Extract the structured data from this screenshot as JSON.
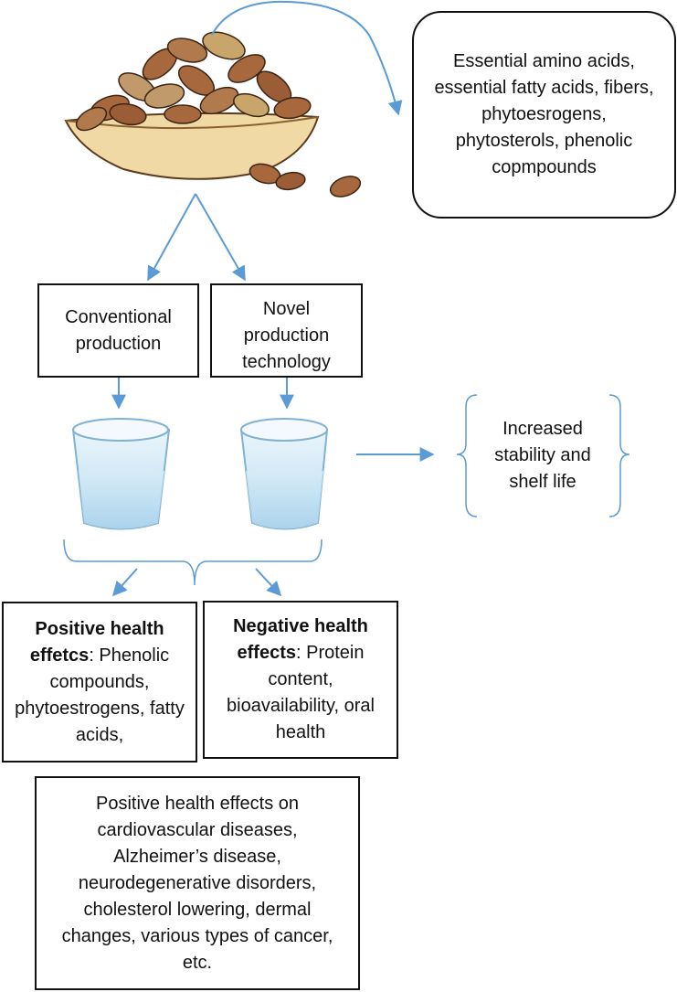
{
  "nutrients_box": {
    "text": "Essential amino acids, essential fatty acids, fibers, phytoesrogens, phytosterols, phenolic copmpounds"
  },
  "conventional_box": {
    "text": "Conventional production"
  },
  "novel_box": {
    "text": "Novel production technology"
  },
  "stability_text": {
    "text": "Increased stability and shelf life"
  },
  "positive_box": {
    "title": "Positive health effetcs",
    "text": ": Phenolic compounds, phytoestrogens, fatty acids,"
  },
  "negative_box": {
    "title": "Negative health effects",
    "text": ": Protein content, bioavailability, oral health"
  },
  "outcomes_box": {
    "text": "Positive health effects on cardiovascular diseases, Alzheimer’s disease, neurodegenerative disorders, cholesterol lowering, dermal changes, various types of cancer, etc."
  },
  "colors": {
    "arrow": "#5b9bd5",
    "border": "#111111",
    "bowl": "#f1d9a6",
    "nut": "#a8683e"
  }
}
